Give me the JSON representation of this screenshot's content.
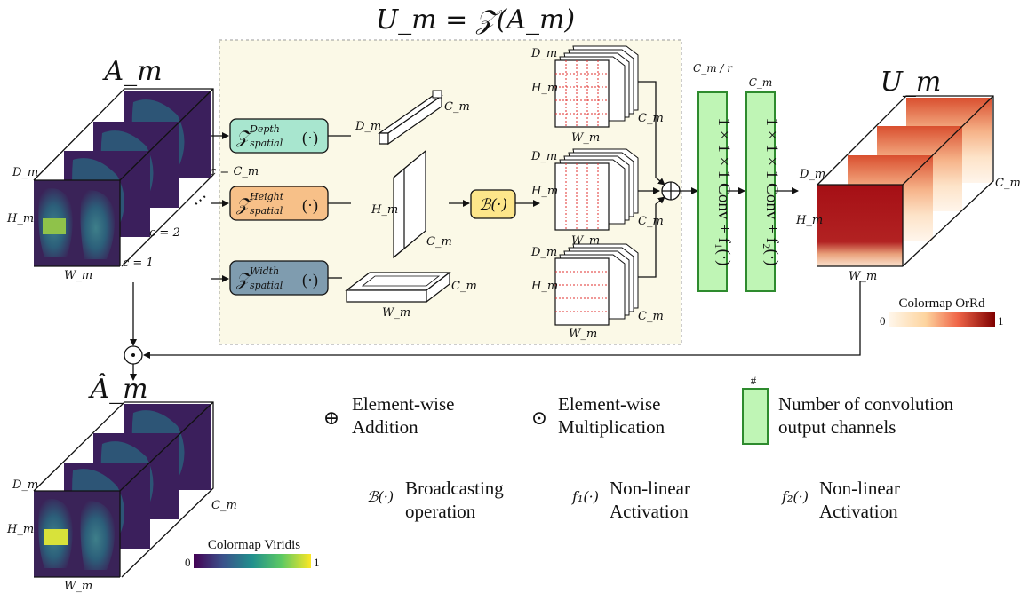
{
  "title": "U_m = 𝒵(A_m)",
  "input": {
    "name": "A_m",
    "depth": "D_m",
    "height": "H_m",
    "width": "W_m",
    "channel_last": "c = C_m",
    "channel_2": "c = 2",
    "channel_1": "c = 1",
    "dots": "⋯"
  },
  "branches": [
    {
      "label": "𝒵",
      "super": "Depth",
      "sub": "spatial",
      "arg": "(·)",
      "dim_a": "D_m",
      "dim_b": "C_m",
      "color": "#a8e6cf"
    },
    {
      "label": "𝒵",
      "super": "Height",
      "sub": "spatial",
      "arg": "(·)",
      "dim_a": "H_m",
      "dim_b": "C_m",
      "color": "#f7c088"
    },
    {
      "label": "𝒵",
      "super": "Width",
      "sub": "spatial",
      "arg": "(·)",
      "dim_a": "W_m",
      "dim_b": "C_m",
      "color": "#7f9caf"
    }
  ],
  "broadcast": {
    "label": "ℬ(·)",
    "color": "#fde68a"
  },
  "cube_labels": {
    "d": "D_m",
    "h": "H_m",
    "w": "W_m",
    "c": "C_m"
  },
  "convs": [
    {
      "channels": "C_m / r",
      "label": "1 × 1 × 1 Conv + f₁(·)"
    },
    {
      "channels": "C_m",
      "label": "1 × 1 × 1 Conv + f₂(·)"
    }
  ],
  "output": {
    "name": "U_m",
    "depth": "D_m",
    "height": "H_m",
    "width": "W_m",
    "channel": "C_m"
  },
  "result": {
    "name": "Â_m",
    "depth": "D_m",
    "height": "H_m",
    "width": "W_m",
    "channel": "C_m"
  },
  "colormaps": [
    {
      "title": "Colormap OrRd",
      "min": "0",
      "max": "1"
    },
    {
      "title": "Colormap Viridis",
      "min": "0",
      "max": "1"
    }
  ],
  "legend": {
    "addition": {
      "symbol": "⊕",
      "line1": "Element-wise",
      "line2": "Addition"
    },
    "multiplication": {
      "symbol": "⊙",
      "line1": "Element-wise",
      "line2": "Multiplication"
    },
    "conv_box": {
      "symbol": "#",
      "line1": "Number of convolution",
      "line2": "output channels"
    },
    "broadcast": {
      "symbol": "ℬ(·)",
      "line1": "Broadcasting",
      "line2": "operation"
    },
    "f1": {
      "symbol": "f₁(·)",
      "line1": "Non-linear",
      "line2": "Activation"
    },
    "f2": {
      "symbol": "f₂(·)",
      "line1": "Non-linear",
      "line2": "Activation"
    }
  },
  "colors": {
    "panel_fill": "#fbf9e7",
    "conv_fill": "#bff5b5",
    "conv_stroke": "#2e8b2e",
    "dashed_red": "#e0302f",
    "viridis_dark": "#3b1f5c",
    "orrd_dark": "#b30000"
  }
}
